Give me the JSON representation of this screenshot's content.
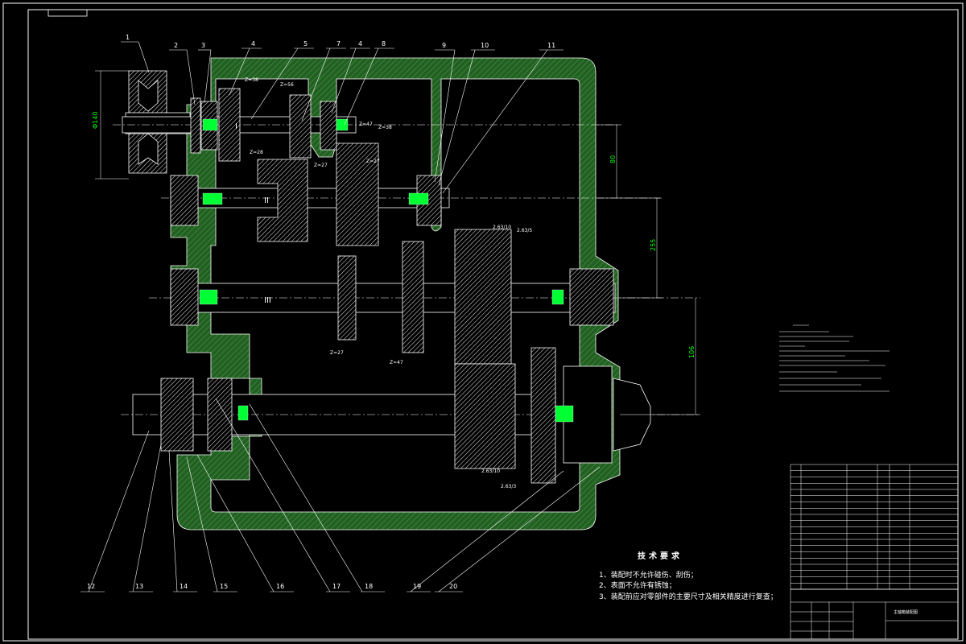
{
  "drawing": {
    "part_numbers": [
      "1",
      "2",
      "3",
      "4",
      "5",
      "7",
      "4",
      "8",
      "9",
      "10",
      "11",
      "12",
      "13",
      "14",
      "15",
      "16",
      "17",
      "18",
      "19",
      "20"
    ],
    "shaft_labels": [
      "I",
      "II",
      "III"
    ],
    "gear_labels": [
      "Z=38",
      "Z=56",
      "Z=28",
      "Z=27",
      "Z=47",
      "Z=38",
      "Z=27",
      "Z=27",
      "Z=47",
      "2.63/10",
      "2.63/5",
      "2.63/10",
      "2.63/3"
    ],
    "dimensions": [
      "Φ140",
      "80",
      "255",
      "106"
    ]
  },
  "technical_requirements": {
    "title": "技术要求",
    "items": [
      "1、装配时不允许碰伤、刮伤；",
      "2、表面不允许有锈蚀；",
      "3、装配前应对零部件的主要尺寸及相关精度进行复查；"
    ]
  },
  "title_block": {
    "drawing_name": "主轴箱装配图"
  }
}
